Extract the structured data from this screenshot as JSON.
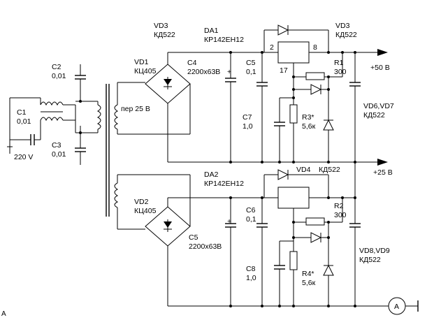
{
  "labels": {
    "vd3_top": "VD3",
    "vd3_top_type": "КД522",
    "da1": "DA1",
    "da1_type": "КР142ЕН12",
    "vd3_right": "VD3",
    "vd3_right_type": "КД522",
    "pin2": "2",
    "pin8": "8",
    "pin17": "17",
    "vd1": "VD1",
    "vd1_type": "КЦ405",
    "c4": "C4",
    "c4_val": "2200x63B",
    "c4_plus": "+",
    "c5a": "C5",
    "c5a_val": "0,1",
    "r1": "R1",
    "r1_val": "300",
    "out50": "+50 В",
    "c2": "C2",
    "c2_val": "0,01",
    "per": "пер 25 В",
    "c1": "C1",
    "c1_val": "0,01",
    "c7": "C7",
    "c7_val": "1,0",
    "r3": "R3*",
    "r3_val": "5,6к",
    "vd67": "VD6,VD7",
    "vd67_type": "КД522",
    "c3": "C3",
    "c3_val": "0,01",
    "v220": "220 V",
    "out25": "+25 В",
    "da2": "DA2",
    "da2_type": "КР142ЕН12",
    "vd4": "VD4",
    "vd4_type": "КД522",
    "vd2": "VD2",
    "vd2_type": "КЦ405",
    "c6": "C6",
    "c6_val": "0,1",
    "r2": "R2",
    "r2_val": "300",
    "c5b_plus": "+",
    "c5b": "C5",
    "c5b_val": "2200x63B",
    "c8": "C8",
    "c8_val": "1,0",
    "r4": "R4*",
    "r4_val": "5,6к",
    "vd89": "VD8,VD9",
    "vd89_type": "КД522",
    "ammeter": "A",
    "corner": "A"
  }
}
